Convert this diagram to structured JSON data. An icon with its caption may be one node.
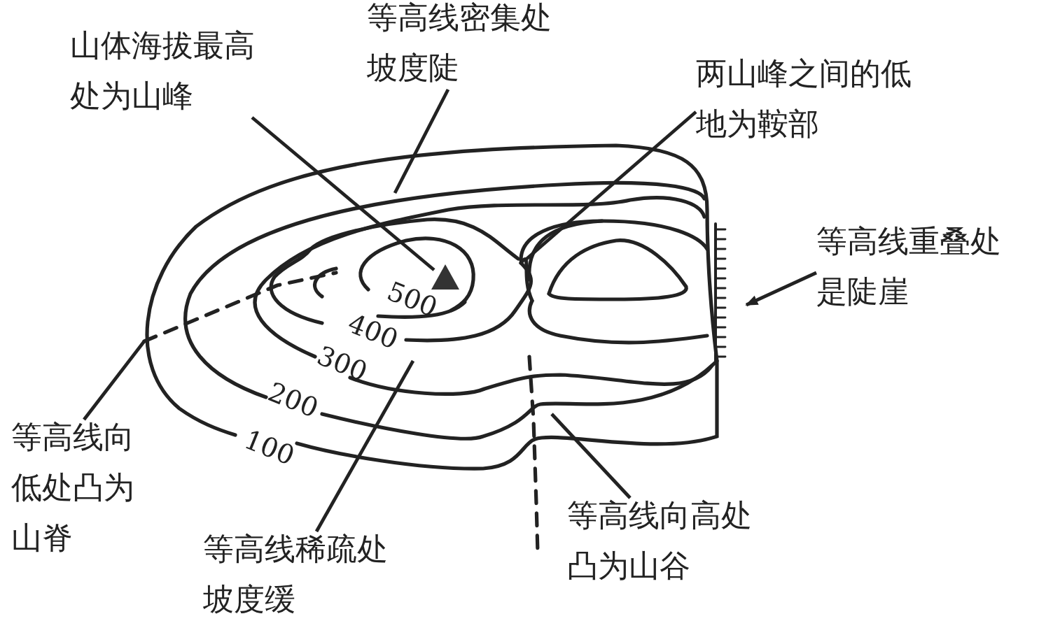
{
  "diagram": {
    "nodes": [
      {
        "text": [
          "山体海拔最高处为山峰"
        ]
      },
      {
        "text": [
          "等高线密集处坡度陡"
        ]
      },
      {
        "text": [
          "两山峰之间的低地为鞍部"
        ]
      },
      {
        "text": [
          "等高线重叠处是陡崖"
        ]
      },
      {
        "text": [
          "等高线向低处凸为山脊"
        ]
      },
      {
        "text": [
          "等高线稀疏处坡度缓"
        ]
      },
      {
        "text": [
          "等高线向高处凸为山谷"
        ]
      },
      {
        "text": [],
        "shape": "triangle"
      }
    ],
    "edges": [
      {
        "from": 0,
        "to": 7,
        "arrow": "none"
      },
      {
        "from": 1,
        "to": null,
        "arrow": "none"
      },
      {
        "from": 2,
        "to": null,
        "arrow": "none"
      },
      {
        "from": 3,
        "to": null,
        "arrow": "to"
      },
      {
        "from": 4,
        "to": null,
        "arrow": "none"
      },
      {
        "from": 5,
        "to": null,
        "arrow": "none"
      },
      {
        "from": 6,
        "to": null,
        "arrow": "none"
      }
    ],
    "labels": [
      "500",
      "400",
      "300",
      "200",
      "100"
    ]
  }
}
